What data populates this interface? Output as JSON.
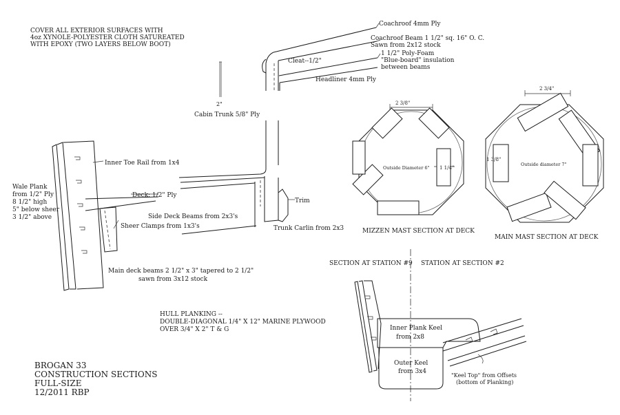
{
  "notes": {
    "cover_line1": "COVER ALL EXTERIOR SURFACES WITH",
    "cover_line2": "4oz XYNOLE-POLYESTER CLOTH SATUREATED",
    "cover_line3": "WITH EPOXY (TWO LAYERS BELOW BOOT)",
    "planking_line1": "HULL PLANKING --",
    "planking_line2": "DOUBLE-DIAGONAL 1/4\" X 12\" MARINE PLYWOOD",
    "planking_line3": "OVER 3/4\" X 2\" T & G"
  },
  "title_block": {
    "line1": "BROGAN 33",
    "line2": "CONSTRUCTION SECTIONS",
    "line3": "FULL-SIZE",
    "line4": "12/2011   RBP"
  },
  "cabin": {
    "coachroof": "Coachroof 4mm Ply",
    "beam_line1": "Coachroof Beam 1 1/2\" sq. 16\" O. C.",
    "beam_line2": "Sawn from 2x12 stock",
    "foam_line1": "1 1/2\" Poly-Foam",
    "foam_line2": "\"Blue-board\" insulation",
    "foam_line3": "between beams",
    "cleat": "Cleat--1/2\"",
    "headliner": "Headliner 4mm Ply",
    "dim_2in": "2\"",
    "trunk": "Cabin Trunk 5/8\" Ply"
  },
  "deck": {
    "toe_rail": "Inner Toe Rail from 1x4",
    "wale_line1": "Wale  Plank",
    "wale_line2": "from 1/2\" Ply",
    "wale_line3": "8 1/2\" high",
    "wale_line4": "5\" below sheer",
    "wale_line5": "3 1/2\" above",
    "deck_ply": "Deck: 1/2\" Ply",
    "side_beams": "Side Deck Beams from 2x3's",
    "sheer_clamps": "Sheer Clamps from 1x3's",
    "trim": "Trim",
    "carlin": "Trunk Carlin from 2x3",
    "main_beams_line1": "Main deck beams  2 1/2\" x 3\" tapered to 2 1/2\"",
    "main_beams_line2": "sawn from 3x12 stock"
  },
  "masts": {
    "mizzen_title": "MIZZEN MAST SECTION AT DECK",
    "mizzen_width": "2 3/8\"",
    "mizzen_side": "1 1/4\"",
    "mizzen_diameter": "Outside Diameter 6\"",
    "main_title": "MAIN MAST SECTION AT DECK",
    "main_width": "2 3/4\"",
    "main_side": "1 3/8\"",
    "main_diameter": "Outside diameter  7\""
  },
  "keel": {
    "station9": "SECTION AT STATION #9",
    "station2": "STATION AT SECTION #2",
    "inner_line1": "Inner Plank Keel",
    "inner_line2": "from 2x8",
    "outer_line1": "Outer Keel",
    "outer_line2": "from 3x4",
    "keeltop_line1": "\"Keel Top\" from Offsets",
    "keeltop_line2": "(bottom of Planking)"
  }
}
